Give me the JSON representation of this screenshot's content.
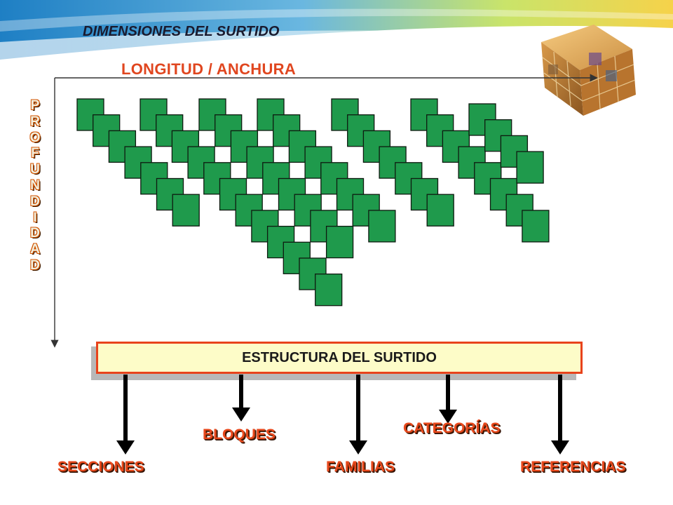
{
  "title": "DIMENSIONES DEL SURTIDO",
  "axis_x_label": "LONGITUD  / ANCHURA",
  "axis_y_label": "PROFUNDIDAD",
  "structure_label": "ESTRUCTURA DEL SURTIDO",
  "categories": [
    {
      "label": "SECCIONES"
    },
    {
      "label": "BLOQUES"
    },
    {
      "label": "FAMILIAS"
    },
    {
      "label": "CATEGORÍAS"
    },
    {
      "label": "REFERENCIAS"
    }
  ],
  "square_columns": [
    7,
    12,
    9,
    8,
    7,
    8,
    4
  ],
  "colors": {
    "square_fill": "#1f9a4c",
    "square_stroke": "#0e1a10",
    "accent_orange": "#e8491d",
    "structure_bg": "#fdfcc8"
  }
}
